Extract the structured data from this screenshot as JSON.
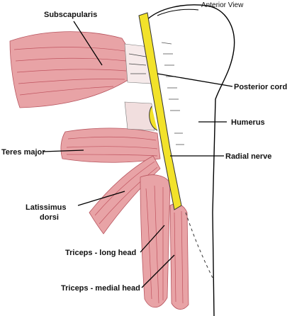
{
  "view_label": "Anterior View",
  "labels": {
    "subscapularis": "Subscapularis",
    "posterior_cord": "Posterior cord",
    "humerus": "Humerus",
    "teres_major": "Teres major",
    "radial_nerve": "Radial nerve",
    "latissimus_line1": "Latissimus",
    "latissimus_line2": "dorsi",
    "triceps_long": "Triceps - long head",
    "triceps_medial": "Triceps - medial head"
  },
  "colors": {
    "muscle": "#e8a3a6",
    "muscle_dark": "#c95c66",
    "nerve": "#f2e22a",
    "outline": "#000000"
  }
}
